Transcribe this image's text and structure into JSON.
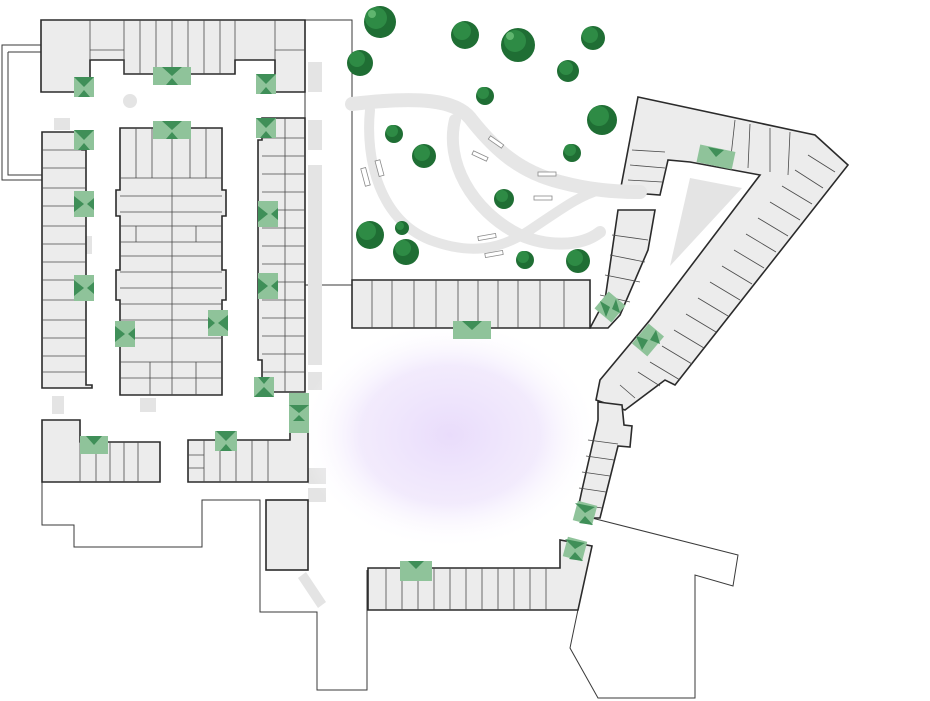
{
  "map": {
    "colors": {
      "background": "#ffffff",
      "building_fill": "#ececec",
      "building_stroke": "#2b2b2b",
      "path": "#e6e6e6",
      "entrance": "#8fc39a",
      "entrance_mark": "#3f8f58",
      "tree": "#2e8b45",
      "highlight": "#e9dcfb"
    },
    "features": {
      "buildings": "building",
      "entrances": "entrance-marker",
      "trees": "tree",
      "paths": "footpath",
      "benches": "bench",
      "highlight": "selected-area-glow"
    }
  }
}
